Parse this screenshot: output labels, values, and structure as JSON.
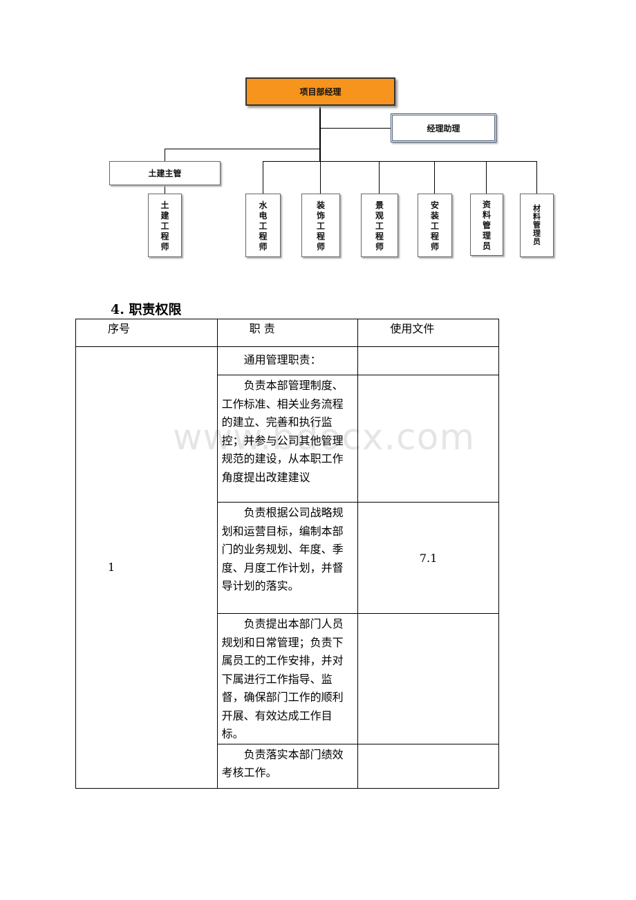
{
  "org_chart": {
    "top": "项目部经理",
    "assistant": "经理助理",
    "civil_supervisor": "土建主管",
    "civil_engineer": [
      "土",
      "建",
      "工",
      "程",
      "师"
    ],
    "engineers": [
      [
        "水",
        "电",
        "工",
        "程",
        "师"
      ],
      [
        "装",
        "饰",
        "工",
        "程",
        "师"
      ],
      [
        "景",
        "观",
        "工",
        "程",
        "师"
      ],
      [
        "安",
        "装",
        "工",
        "程",
        "师"
      ],
      [
        "资",
        "料",
        "管",
        "理",
        "员"
      ],
      [
        "材",
        "料",
        "管",
        "理",
        "员"
      ]
    ]
  },
  "section": {
    "title": "4. 职责权限"
  },
  "table": {
    "headers": [
      "序号",
      "职 责",
      "使用文件"
    ],
    "row_number": "1",
    "file": "7.1",
    "duties": [
      "通用管理职责：",
      "负责本部管理制度、工作标准、相关业务流程的建立、完善和执行监控；并参与公司其他管理规范的建设，从本职工作角度提出改建建议",
      "负责根据公司战略规划和运营目标，编制本部门的业务规划、年度、季度、月度工作计划，并督导计划的落实。",
      "负责提出本部门人员规划和日常管理；负责下属员工的工作安排，并对下属进行工作指导、监督，确保部门工作的顺利开展、有效达成工作目标。",
      "负责落实本部门绩效考核工作。"
    ]
  },
  "watermark": "www.bdocx.com"
}
